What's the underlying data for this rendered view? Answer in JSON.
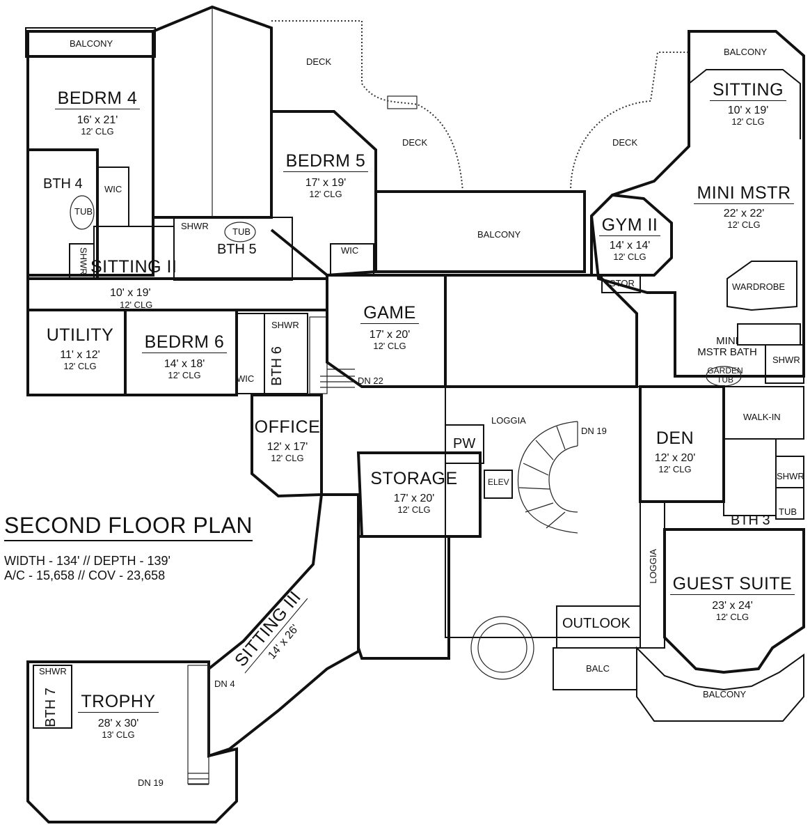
{
  "title": "SECOND FLOOR PLAN",
  "specs": {
    "line1": "WIDTH - 134' // DEPTH - 139'",
    "line2": "A/C - 15,658 // COV - 23,658"
  },
  "rooms": {
    "balcony_nw": {
      "name": "BALCONY"
    },
    "bedrm4": {
      "name": "BEDRM 4",
      "dim": "16' x 21'",
      "clg": "12' CLG"
    },
    "bth4": {
      "name": "BTH 4"
    },
    "tub4": {
      "name": "TUB"
    },
    "wic4": {
      "name": "WIC"
    },
    "shwr4": {
      "name": "SHWR"
    },
    "sitting2": {
      "name": "SITTING II",
      "dim": "10' x 19'",
      "clg": "12' CLG"
    },
    "deck1": {
      "name": "DECK"
    },
    "deck2": {
      "name": "DECK"
    },
    "deck3": {
      "name": "DECK"
    },
    "bedrm5": {
      "name": "BEDRM 5",
      "dim": "17' x 19'",
      "clg": "12' CLG"
    },
    "shwr5": {
      "name": "SHWR"
    },
    "tub5": {
      "name": "TUB"
    },
    "bth5": {
      "name": "BTH 5"
    },
    "wic5": {
      "name": "WIC"
    },
    "balcony_mid": {
      "name": "BALCONY"
    },
    "balcony_ne": {
      "name": "BALCONY"
    },
    "sitting_ne": {
      "name": "SITTING",
      "dim": "10' x 19'",
      "clg": "12' CLG"
    },
    "mini_mstr": {
      "name": "MINI MSTR",
      "dim": "22' x 22'",
      "clg": "12' CLG"
    },
    "gym2": {
      "name": "GYM II",
      "dim": "14' x 14'",
      "clg": "12' CLG"
    },
    "stor": {
      "name": "STOR"
    },
    "wardrobe": {
      "name": "WARDROBE"
    },
    "mini_mstr_bath": {
      "name1": "MINI",
      "name2": "MSTR BATH"
    },
    "garden_tub": {
      "name1": "GARDEN",
      "name2": "TUB"
    },
    "shwr_mm": {
      "name": "SHWR"
    },
    "utility": {
      "name": "UTILITY",
      "dim": "11' x 12'",
      "clg": "12' CLG"
    },
    "bedrm6": {
      "name": "BEDRM 6",
      "dim": "14' x 18'",
      "clg": "12' CLG"
    },
    "shwr6": {
      "name": "SHWR"
    },
    "bth6": {
      "name": "BTH 6"
    },
    "wic6": {
      "name": "WIC"
    },
    "game": {
      "name": "GAME",
      "dim": "17' x 20'",
      "clg": "12' CLG"
    },
    "dn22": {
      "name": "DN 22"
    },
    "office": {
      "name": "OFFICE",
      "dim": "12' x 17'",
      "clg": "12' CLG"
    },
    "loggia_top": {
      "name": "LOGGIA"
    },
    "pw": {
      "name": "PW"
    },
    "elev": {
      "name": "ELEV"
    },
    "dn19_stair": {
      "name": "DN 19"
    },
    "storage": {
      "name": "STORAGE",
      "dim": "17' x 20'",
      "clg": "12' CLG"
    },
    "den": {
      "name": "DEN",
      "dim": "12' x 20'",
      "clg": "12' CLG"
    },
    "walk_in": {
      "name": "WALK-IN"
    },
    "shwr3": {
      "name": "SHWR"
    },
    "tub3": {
      "name": "TUB"
    },
    "bth3": {
      "name": "BTH 3"
    },
    "loggia_side": {
      "name": "LOGGIA"
    },
    "guest_suite": {
      "name": "GUEST SUITE",
      "dim": "23' x 24'",
      "clg": "12' CLG"
    },
    "outlook": {
      "name": "OUTLOOK"
    },
    "balc": {
      "name": "BALC"
    },
    "balcony_se": {
      "name": "BALCONY"
    },
    "sitting3": {
      "name": "SITTING III",
      "dim": "14' x 26'"
    },
    "dn4": {
      "name": "DN 4"
    },
    "shwr7": {
      "name": "SHWR"
    },
    "bth7": {
      "name": "BTH 7"
    },
    "trophy": {
      "name": "TROPHY",
      "dim": "28' x 30'",
      "clg": "13' CLG"
    },
    "dn19_trophy": {
      "name": "DN 19"
    }
  }
}
